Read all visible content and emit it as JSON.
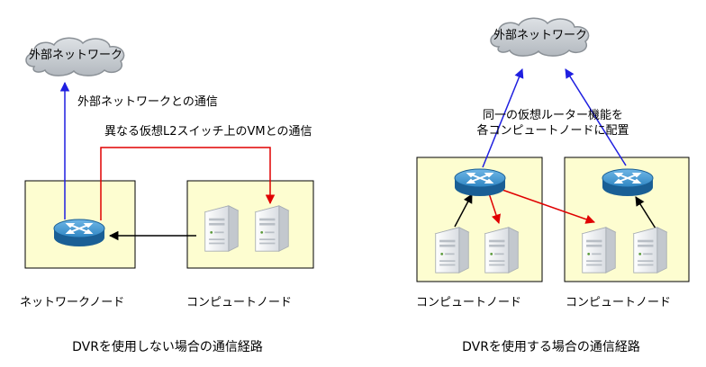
{
  "left": {
    "cloud_label": "外部ネットワーク",
    "external_comm_label": "外部ネットワークとの通信",
    "l2_comm_label": "異なる仮想L2スイッチ上のVMとの通信",
    "network_node_label": "ネットワークノード",
    "compute_node_label": "コンピュートノード",
    "caption": "DVRを使用しない場合の通信経路"
  },
  "right": {
    "cloud_label": "外部ネットワーク",
    "router_note_line1": "同一の仮想ルーター機能を",
    "router_note_line2": "各コンピュートノードに配置",
    "compute_node_a_label": "コンピュートノード",
    "compute_node_b_label": "コンピュートノード",
    "caption": "DVRを使用する場合の通信経路"
  },
  "colors": {
    "node_fill": "#fdfdd0",
    "external_path": "#1f1fe0",
    "vm_path": "#e00000",
    "internal_path": "#000000",
    "cloud_fill": "#c8cdd2",
    "router_fill": "#1a6fb0"
  }
}
